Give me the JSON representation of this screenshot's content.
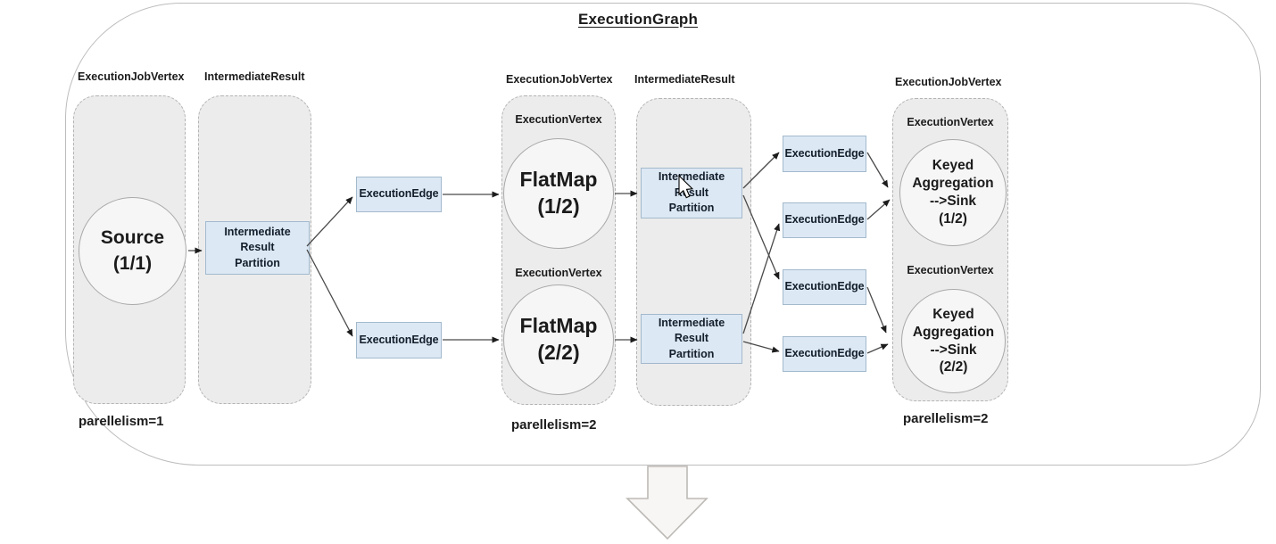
{
  "title": "ExecutionGraph",
  "labels": {
    "execution_job_vertex": "ExecutionJobVertex",
    "intermediate_result": "IntermediateResult",
    "execution_vertex": "ExecutionVertex",
    "execution_edge": "ExecutionEdge",
    "intermediate_result_partition": "Intermediate\nResult\nPartition"
  },
  "nodes": {
    "source": "Source\n(1/1)",
    "flatmap_1": "FlatMap\n(1/2)",
    "flatmap_2": "FlatMap\n(2/2)",
    "keyed_aggregation_1": "Keyed\nAggregation\n-->Sink\n(1/2)",
    "keyed_aggregation_2": "Keyed\nAggregation\n-->Sink\n(2/2)"
  },
  "parallelism": {
    "source_group": "parellelism=1",
    "flatmap_group": "parellelism=2",
    "sink_group": "parellelism=2"
  },
  "colors": {
    "partition_box_fill": "#dce8f4",
    "partition_box_border": "#a3bacd",
    "group_fill": "#ececec",
    "group_border": "#b3b3b3",
    "circle_fill": "#f6f6f6",
    "frame_border": "#bdbdbd",
    "arrow_line": "#4a4a4a",
    "text": "#1b1b1b"
  }
}
